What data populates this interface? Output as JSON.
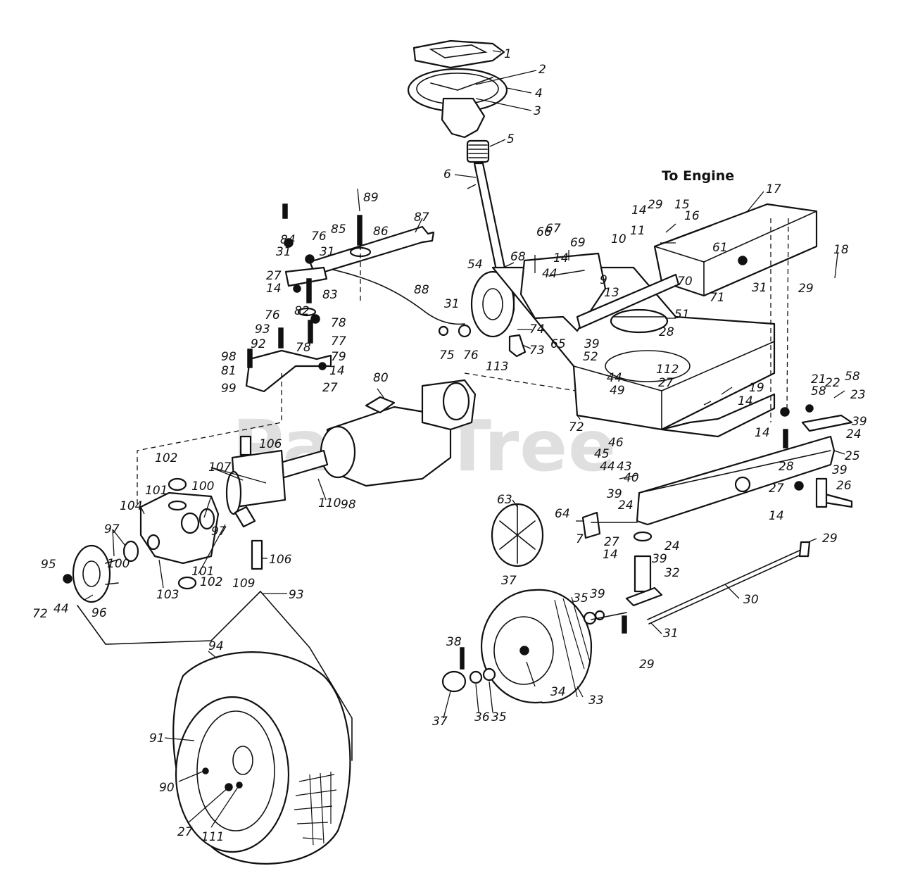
{
  "heading": "To Engine",
  "watermark": "PartsTree",
  "callouts": [
    {
      "id": "c1",
      "text": "1"
    },
    {
      "id": "c2",
      "text": "2"
    },
    {
      "id": "c4",
      "text": "4"
    },
    {
      "id": "c3",
      "text": "3"
    },
    {
      "id": "c5",
      "text": "5"
    },
    {
      "id": "c6",
      "text": "6"
    },
    {
      "id": "c17",
      "text": "17"
    },
    {
      "id": "c18",
      "text": "18"
    },
    {
      "id": "c29a",
      "text": "29"
    },
    {
      "id": "c15",
      "text": "15"
    },
    {
      "id": "c14a",
      "text": "14"
    },
    {
      "id": "c16",
      "text": "16"
    },
    {
      "id": "c61",
      "text": "61"
    },
    {
      "id": "c89",
      "text": "89"
    },
    {
      "id": "c87",
      "text": "87"
    },
    {
      "id": "c84",
      "text": "84"
    },
    {
      "id": "c76a",
      "text": "76"
    },
    {
      "id": "c85",
      "text": "85"
    },
    {
      "id": "c86",
      "text": "86"
    },
    {
      "id": "c31a",
      "text": "31"
    },
    {
      "id": "c31b",
      "text": "31"
    },
    {
      "id": "c27a",
      "text": "27"
    },
    {
      "id": "c14b",
      "text": "14"
    },
    {
      "id": "c83",
      "text": "83"
    },
    {
      "id": "c76b",
      "text": "76"
    },
    {
      "id": "c82",
      "text": "82"
    },
    {
      "id": "c78a",
      "text": "78"
    },
    {
      "id": "c93a",
      "text": "93"
    },
    {
      "id": "c77",
      "text": "77"
    },
    {
      "id": "c78b",
      "text": "78"
    },
    {
      "id": "c92",
      "text": "92"
    },
    {
      "id": "c79",
      "text": "79"
    },
    {
      "id": "c98a",
      "text": "98"
    },
    {
      "id": "c81",
      "text": "81"
    },
    {
      "id": "c14c",
      "text": "14"
    },
    {
      "id": "c99",
      "text": "99"
    },
    {
      "id": "c27b",
      "text": "27"
    },
    {
      "id": "c88",
      "text": "88"
    },
    {
      "id": "c31c",
      "text": "31"
    },
    {
      "id": "c54",
      "text": "54"
    },
    {
      "id": "c75",
      "text": "75"
    },
    {
      "id": "c76c",
      "text": "76"
    },
    {
      "id": "c113",
      "text": "113"
    },
    {
      "id": "c66",
      "text": "66"
    },
    {
      "id": "c67",
      "text": "67"
    },
    {
      "id": "c69",
      "text": "69"
    },
    {
      "id": "c68",
      "text": "68"
    },
    {
      "id": "c14d",
      "text": "14"
    },
    {
      "id": "c44a",
      "text": "44"
    },
    {
      "id": "c74",
      "text": "74"
    },
    {
      "id": "c73",
      "text": "73"
    },
    {
      "id": "c65",
      "text": "65"
    },
    {
      "id": "c10",
      "text": "10"
    },
    {
      "id": "c11",
      "text": "11"
    },
    {
      "id": "c9",
      "text": "9"
    },
    {
      "id": "c13",
      "text": "13"
    },
    {
      "id": "c70",
      "text": "70"
    },
    {
      "id": "c71",
      "text": "71"
    },
    {
      "id": "c51",
      "text": "51"
    },
    {
      "id": "c28a",
      "text": "28"
    },
    {
      "id": "c39a",
      "text": "39"
    },
    {
      "id": "c52",
      "text": "52"
    },
    {
      "id": "c31d",
      "text": "31"
    },
    {
      "id": "c29b",
      "text": "29"
    },
    {
      "id": "c44b",
      "text": "44"
    },
    {
      "id": "c112",
      "text": "112"
    },
    {
      "id": "c27c",
      "text": "27"
    },
    {
      "id": "c49",
      "text": "49"
    },
    {
      "id": "c19",
      "text": "19"
    },
    {
      "id": "c14e",
      "text": "14"
    },
    {
      "id": "c72a",
      "text": "72"
    },
    {
      "id": "c46",
      "text": "46"
    },
    {
      "id": "c45",
      "text": "45"
    },
    {
      "id": "c44c",
      "text": "44"
    },
    {
      "id": "c43",
      "text": "43"
    },
    {
      "id": "c21",
      "text": "21"
    },
    {
      "id": "c58a",
      "text": "58"
    },
    {
      "id": "c22",
      "text": "22"
    },
    {
      "id": "c58b",
      "text": "58"
    },
    {
      "id": "c23",
      "text": "23"
    },
    {
      "id": "c39b",
      "text": "39"
    },
    {
      "id": "c14f",
      "text": "14"
    },
    {
      "id": "c24a",
      "text": "24"
    },
    {
      "id": "c25",
      "text": "25"
    },
    {
      "id": "c28b",
      "text": "28"
    },
    {
      "id": "c39c",
      "text": "39"
    },
    {
      "id": "c27d",
      "text": "27"
    },
    {
      "id": "c26",
      "text": "26"
    },
    {
      "id": "c14g",
      "text": "14"
    },
    {
      "id": "c29c",
      "text": "29"
    },
    {
      "id": "c40",
      "text": "40"
    },
    {
      "id": "c39d",
      "text": "39"
    },
    {
      "id": "c24b",
      "text": "24"
    },
    {
      "id": "c64",
      "text": "64"
    },
    {
      "id": "c7",
      "text": "7"
    },
    {
      "id": "c63",
      "text": "63"
    },
    {
      "id": "c37a",
      "text": "37"
    },
    {
      "id": "c27e",
      "text": "27"
    },
    {
      "id": "c14h",
      "text": "14"
    },
    {
      "id": "c24c",
      "text": "24"
    },
    {
      "id": "c39e",
      "text": "39"
    },
    {
      "id": "c32",
      "text": "32"
    },
    {
      "id": "c30",
      "text": "30"
    },
    {
      "id": "c35a",
      "text": "35"
    },
    {
      "id": "c39f",
      "text": "39"
    },
    {
      "id": "c31e",
      "text": "31"
    },
    {
      "id": "c29d",
      "text": "29"
    },
    {
      "id": "c38",
      "text": "38"
    },
    {
      "id": "c33",
      "text": "33"
    },
    {
      "id": "c34",
      "text": "34"
    },
    {
      "id": "c37b",
      "text": "37"
    },
    {
      "id": "c36",
      "text": "36"
    },
    {
      "id": "c35b",
      "text": "35"
    },
    {
      "id": "c80",
      "text": "80"
    },
    {
      "id": "c106a",
      "text": "106"
    },
    {
      "id": "c102a",
      "text": "102"
    },
    {
      "id": "c107",
      "text": "107"
    },
    {
      "id": "c101a",
      "text": "101"
    },
    {
      "id": "c100a",
      "text": "100"
    },
    {
      "id": "c104",
      "text": "104"
    },
    {
      "id": "c97a",
      "text": "97"
    },
    {
      "id": "c110",
      "text": "110"
    },
    {
      "id": "c98b",
      "text": "98"
    },
    {
      "id": "c97b",
      "text": "97"
    },
    {
      "id": "c106b",
      "text": "106"
    },
    {
      "id": "c109",
      "text": "109"
    },
    {
      "id": "c93b",
      "text": "93"
    },
    {
      "id": "c101b",
      "text": "101"
    },
    {
      "id": "c102b",
      "text": "102"
    },
    {
      "id": "c100b",
      "text": "100"
    },
    {
      "id": "c103",
      "text": "103"
    },
    {
      "id": "c95",
      "text": "95"
    },
    {
      "id": "c72b",
      "text": "72"
    },
    {
      "id": "c44d",
      "text": "44"
    },
    {
      "id": "c96",
      "text": "96"
    },
    {
      "id": "c94",
      "text": "94"
    },
    {
      "id": "c91",
      "text": "91"
    },
    {
      "id": "c90",
      "text": "90"
    },
    {
      "id": "c27f",
      "text": "27"
    },
    {
      "id": "c111",
      "text": "111"
    }
  ]
}
